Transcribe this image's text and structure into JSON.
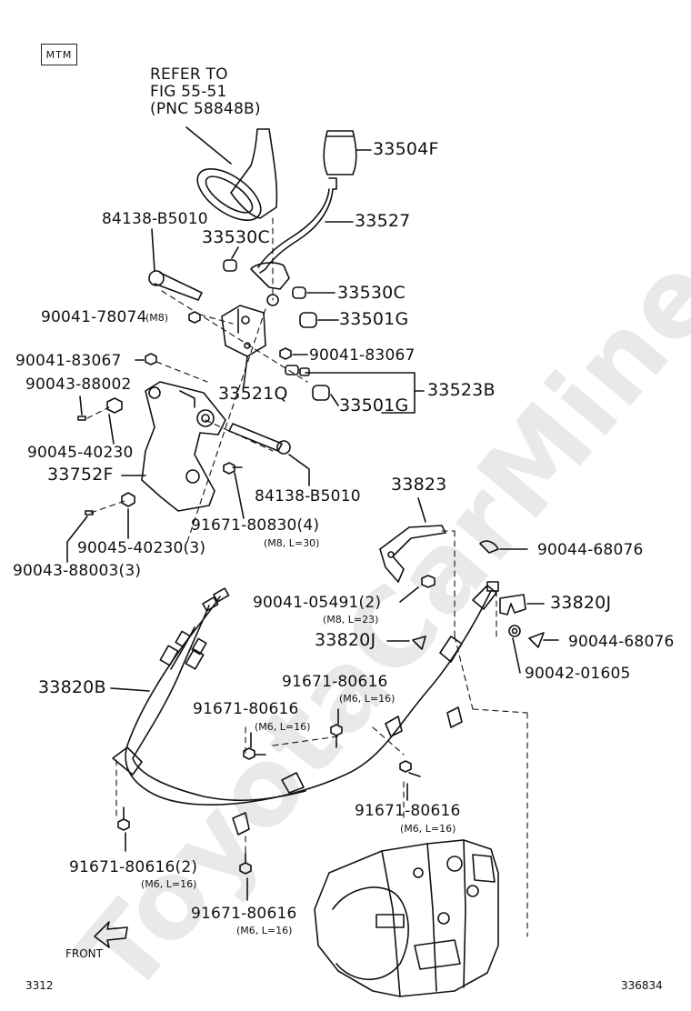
{
  "badge": "MTM",
  "watermark": "ToyotaCarMine.ru",
  "refer_note": [
    "REFER TO",
    "FIG 55-51",
    "(PNC 58848B)"
  ],
  "labels": {
    "l33504F": "33504F",
    "l84138a": "84138-B5010",
    "l33527": "33527",
    "l33530Ca": "33530C",
    "l33530Cb": "33530C",
    "l90041_78074": "90041-78074",
    "l90041_78074_note": "(M8)",
    "l33501Ga": "33501G",
    "l90041_83067a": "90041-83067",
    "l90041_83067b": "90041-83067",
    "l90043_88002": "90043-88002",
    "l33521Q": "33521Q",
    "l33523B": "33523B",
    "l33501Gb": "33501G",
    "l90045_40230": "90045-40230",
    "l33752F": "33752F",
    "l84138b": "84138-B5010",
    "l33823": "33823",
    "l91671_80830": "91671-80830(4)",
    "l91671_80830_note": "(M8, L=30)",
    "l90045_40230_3": "90045-40230(3)",
    "l90043_88003": "90043-88003(3)",
    "l90044_68076a": "90044-68076",
    "l90041_05491": "90041-05491(2)",
    "l90041_05491_note": "(M8, L=23)",
    "l33820Ja": "33820J",
    "l33820Jb": "33820J",
    "l90044_68076b": "90044-68076",
    "l90042_01605": "90042-01605",
    "l33820B": "33820B",
    "l91671_80616a": "91671-80616",
    "l91671_80616a_note": "(M6, L=16)",
    "l91671_80616b": "91671-80616",
    "l91671_80616b_note": "(M6, L=16)",
    "l91671_80616c": "91671-80616",
    "l91671_80616c_note": "(M6, L=16)",
    "l91671_80616_2": "91671-80616(2)",
    "l91671_80616_2_note": "(M6, L=16)",
    "l91671_80616d": "91671-80616",
    "l91671_80616d_note": "(M6, L=16)",
    "front": "FRONT"
  },
  "footer": {
    "left": "3312",
    "right": "336834"
  }
}
